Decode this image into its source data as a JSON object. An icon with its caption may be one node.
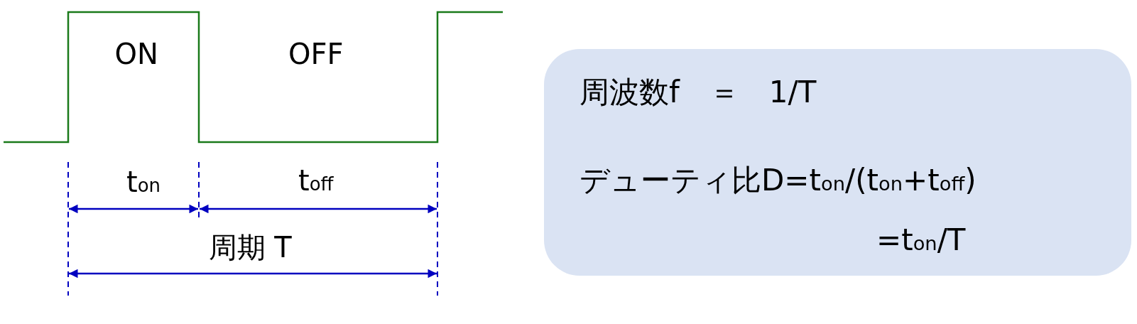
{
  "diagram": {
    "nodes": [
      {
        "text": [
          "周波数f　＝　1/T",
          "デューティ比D=t$_{on}$/(t$_{on}$+t$_{off}$)",
          "=t$_{on}$/T"
        ]
      }
    ],
    "labels": [
      "ON",
      "OFF",
      "t$_{on}$",
      "t$_{off}$",
      "周期 T"
    ]
  }
}
